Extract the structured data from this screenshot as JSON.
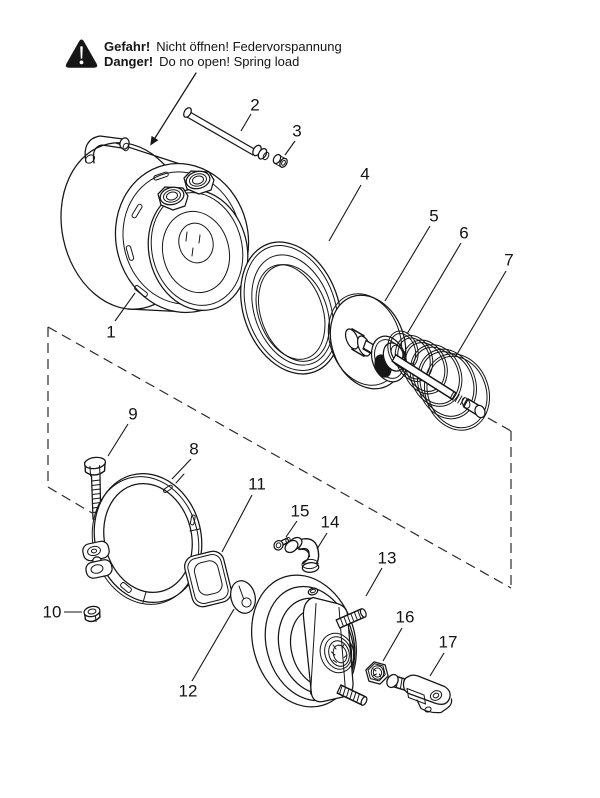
{
  "warning": {
    "icon": "warning-triangle-icon",
    "de_bold": "Gefahr!",
    "de_text": "Nicht öffnen! Federvorspannung",
    "en_bold": "Danger!",
    "en_text": "Do no open! Spring load"
  },
  "parts": [
    {
      "number": "1"
    },
    {
      "number": "2"
    },
    {
      "number": "3"
    },
    {
      "number": "4"
    },
    {
      "number": "5"
    },
    {
      "number": "6"
    },
    {
      "number": "7"
    },
    {
      "number": "8"
    },
    {
      "number": "9"
    },
    {
      "number": "10"
    },
    {
      "number": "11"
    },
    {
      "number": "12"
    },
    {
      "number": "13"
    },
    {
      "number": "14"
    },
    {
      "number": "15"
    },
    {
      "number": "16"
    },
    {
      "number": "17"
    }
  ],
  "colors": {
    "line": "#161616",
    "background": "#ffffff"
  }
}
